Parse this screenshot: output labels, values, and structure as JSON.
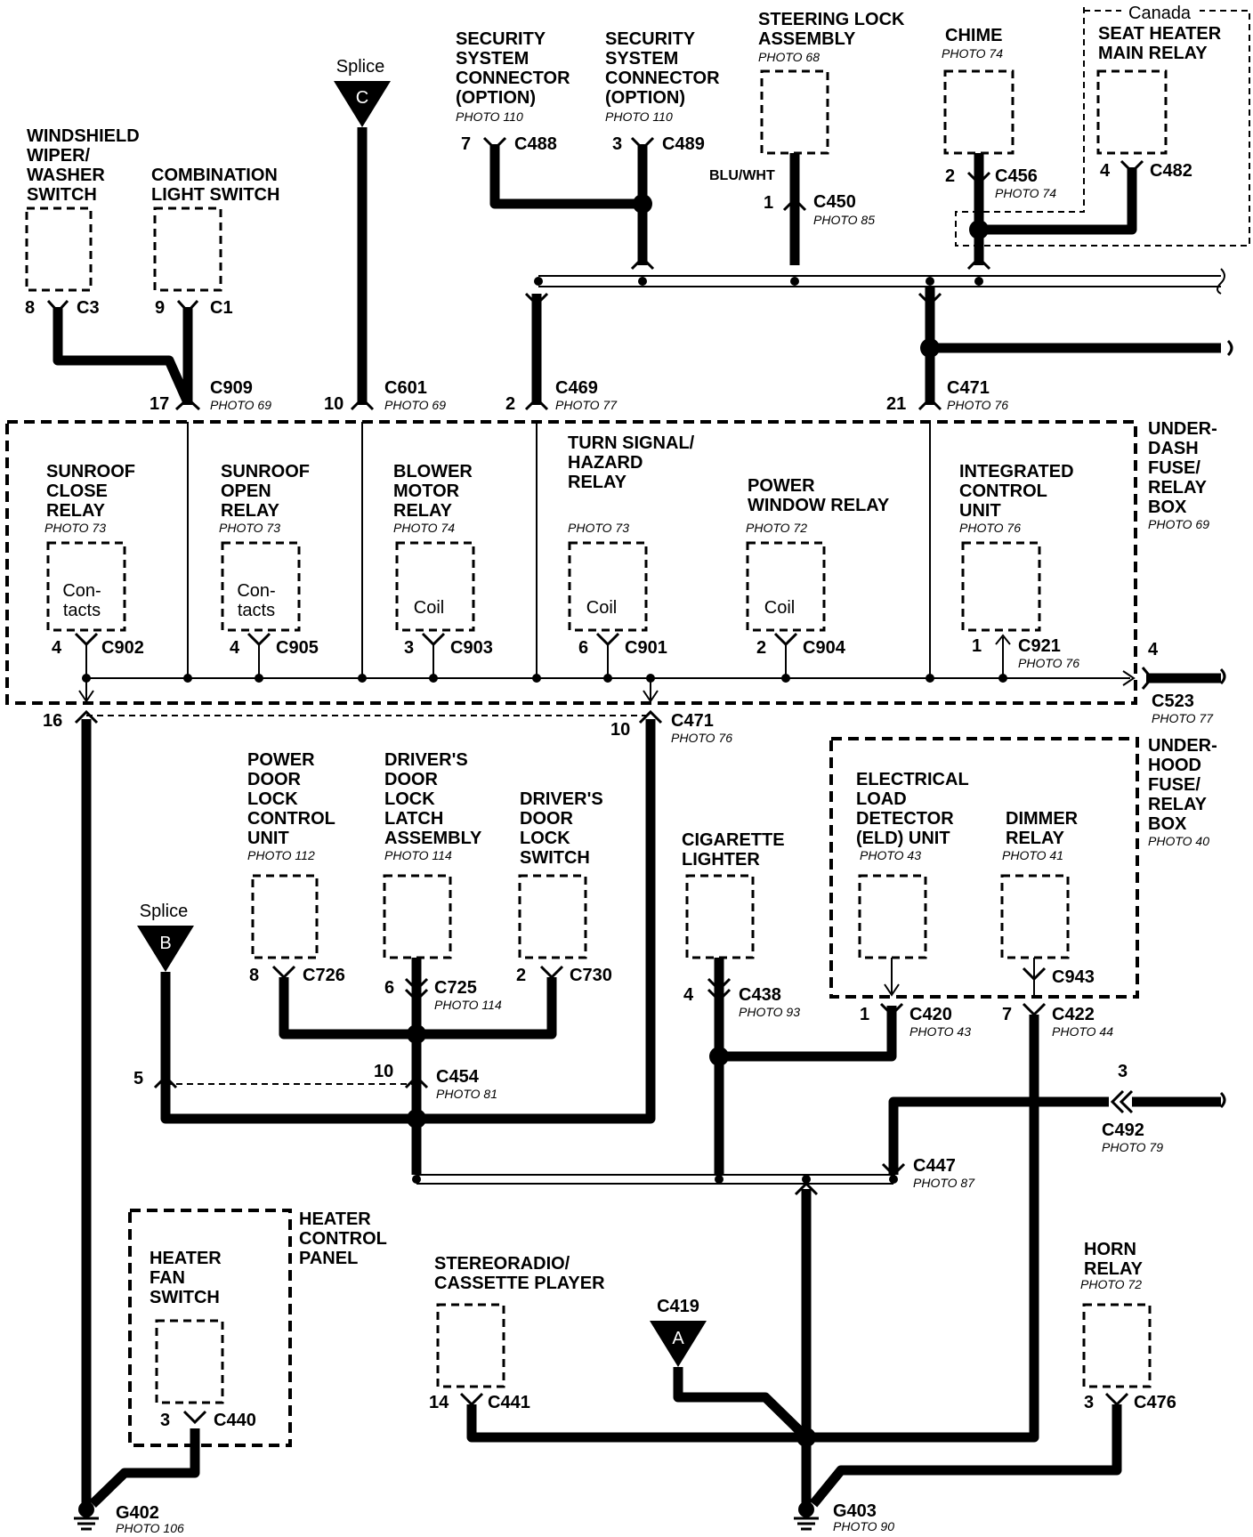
{
  "splices": {
    "c": {
      "label": "Splice",
      "letter": "C"
    },
    "b": {
      "label": "Splice",
      "letter": "B"
    },
    "a": {
      "conn": "C419",
      "letter": "A"
    }
  },
  "top_components": {
    "wiper": {
      "lines": [
        "WINDSHIELD",
        "WIPER/",
        "WASHER",
        "SWITCH"
      ],
      "pin": "8",
      "conn": "C3"
    },
    "combo": {
      "lines": [
        "COMBINATION",
        "LIGHT SWITCH"
      ],
      "pin": "9",
      "conn": "C1"
    },
    "sec1": {
      "lines": [
        "SECURITY",
        "SYSTEM",
        "CONNECTOR",
        "(OPTION)"
      ],
      "photo": "PHOTO 110",
      "pin": "7",
      "conn": "C488"
    },
    "sec2": {
      "lines": [
        "SECURITY",
        "SYSTEM",
        "CONNECTOR",
        "(OPTION)"
      ],
      "photo": "PHOTO 110",
      "pin": "3",
      "conn": "C489"
    },
    "steer": {
      "lines": [
        "STEERING LOCK",
        "ASSEMBLY"
      ],
      "photo": "PHOTO 68",
      "wire_color": "BLU/WHT",
      "pin": "1",
      "conn": "C450",
      "conn_photo": "PHOTO 85"
    },
    "chime": {
      "lines": [
        "CHIME"
      ],
      "photo": "PHOTO 74",
      "pin": "2",
      "conn": "C456",
      "conn_photo": "PHOTO 74"
    },
    "seat": {
      "region": "Canada",
      "lines": [
        "SEAT HEATER",
        "MAIN RELAY"
      ],
      "pin": "4",
      "conn": "C482"
    }
  },
  "top_connectors": {
    "c909": {
      "pin": "17",
      "conn": "C909",
      "photo": "PHOTO 69"
    },
    "c601": {
      "pin": "10",
      "conn": "C601",
      "photo": "PHOTO 69"
    },
    "c469": {
      "pin": "2",
      "conn": "C469",
      "photo": "PHOTO 77"
    },
    "c471": {
      "pin": "21",
      "conn": "C471",
      "photo": "PHOTO 76"
    }
  },
  "underdash": {
    "title_lines": [
      "UNDER-",
      "DASH",
      "FUSE/",
      "RELAY",
      "BOX"
    ],
    "photo": "PHOTO 69",
    "relays": [
      {
        "lines": [
          "SUNROOF",
          "CLOSE",
          "RELAY"
        ],
        "photo": "PHOTO 73",
        "inner": [
          "Con-",
          "tacts"
        ],
        "pin": "4",
        "conn": "C902"
      },
      {
        "lines": [
          "SUNROOF",
          "OPEN",
          "RELAY"
        ],
        "photo": "PHOTO 73",
        "inner": [
          "Con-",
          "tacts"
        ],
        "pin": "4",
        "conn": "C905"
      },
      {
        "lines": [
          "BLOWER",
          "MOTOR",
          "RELAY"
        ],
        "photo": "PHOTO 74",
        "inner": [
          "Coil"
        ],
        "pin": "3",
        "conn": "C903"
      },
      {
        "lines": [
          "TURN SIGNAL/",
          "HAZARD",
          "RELAY"
        ],
        "photo": "PHOTO 73",
        "inner": [
          "Coil"
        ],
        "pin": "6",
        "conn": "C901"
      },
      {
        "lines": [
          "POWER",
          "WINDOW RELAY"
        ],
        "photo": "PHOTO 72",
        "inner": [
          "Coil"
        ],
        "pin": "2",
        "conn": "C904"
      },
      {
        "lines": [
          "INTEGRATED",
          "CONTROL",
          "UNIT"
        ],
        "photo": "PHOTO 76",
        "inner": [],
        "pin": "1",
        "conn": "C921",
        "conn_photo": "PHOTO 76"
      }
    ],
    "c523": {
      "pin": "4",
      "conn": "C523",
      "photo": "PHOTO 77"
    },
    "bottom_left_pin": "16",
    "bottom_c471": {
      "pin": "10",
      "conn": "C471",
      "photo": "PHOTO 76"
    }
  },
  "door": [
    {
      "lines": [
        "POWER",
        "DOOR",
        "LOCK",
        "CONTROL",
        "UNIT"
      ],
      "photo": "PHOTO 112",
      "pin": "8",
      "conn": "C726"
    },
    {
      "lines": [
        "DRIVER'S",
        "DOOR",
        "LOCK",
        "LATCH",
        "ASSEMBLY"
      ],
      "photo": "PHOTO 114",
      "pin": "6",
      "conn": "C725",
      "conn_photo": "PHOTO 114"
    },
    {
      "lines": [
        "DRIVER'S",
        "DOOR",
        "LOCK",
        "SWITCH"
      ],
      "pin": "2",
      "conn": "C730"
    }
  ],
  "cigar": {
    "lines": [
      "CIGARETTE",
      "LIGHTER"
    ],
    "pin": "4",
    "conn": "C438",
    "photo": "PHOTO 93"
  },
  "underhood": {
    "title_lines": [
      "UNDER-",
      "HOOD",
      "FUSE/",
      "RELAY",
      "BOX"
    ],
    "photo": "PHOTO 40",
    "eld": {
      "lines": [
        "ELECTRICAL",
        "LOAD",
        "DETECTOR",
        "(ELD) UNIT"
      ],
      "photo": "PHOTO 43",
      "pin": "1",
      "conn": "C420",
      "conn_photo": "PHOTO 43"
    },
    "dimmer": {
      "lines": [
        "DIMMER",
        "RELAY"
      ],
      "photo": "PHOTO 41",
      "inner_conn": "C943",
      "pin": "7",
      "conn": "C422",
      "conn_photo": "PHOTO 44"
    }
  },
  "c454": {
    "left_pin": "5",
    "pin": "10",
    "conn": "C454",
    "photo": "PHOTO 81"
  },
  "c492": {
    "pin": "3",
    "conn": "C492",
    "photo": "PHOTO 79"
  },
  "c447": {
    "conn": "C447",
    "photo": "PHOTO 87"
  },
  "heater": {
    "panel_lines": [
      "HEATER",
      "CONTROL",
      "PANEL"
    ],
    "lines": [
      "HEATER",
      "FAN",
      "SWITCH"
    ],
    "pin": "3",
    "conn": "C440"
  },
  "stereo": {
    "lines": [
      "STEREORADIO/",
      "CASSETTE PLAYER"
    ],
    "pin": "14",
    "conn": "C441"
  },
  "horn": {
    "lines": [
      "HORN",
      "RELAY"
    ],
    "photo": "PHOTO 72",
    "pin": "3",
    "conn": "C476"
  },
  "grounds": {
    "g402": {
      "name": "G402",
      "photo": "PHOTO 106"
    },
    "g403": {
      "name": "G403",
      "photo": "PHOTO 90"
    }
  }
}
